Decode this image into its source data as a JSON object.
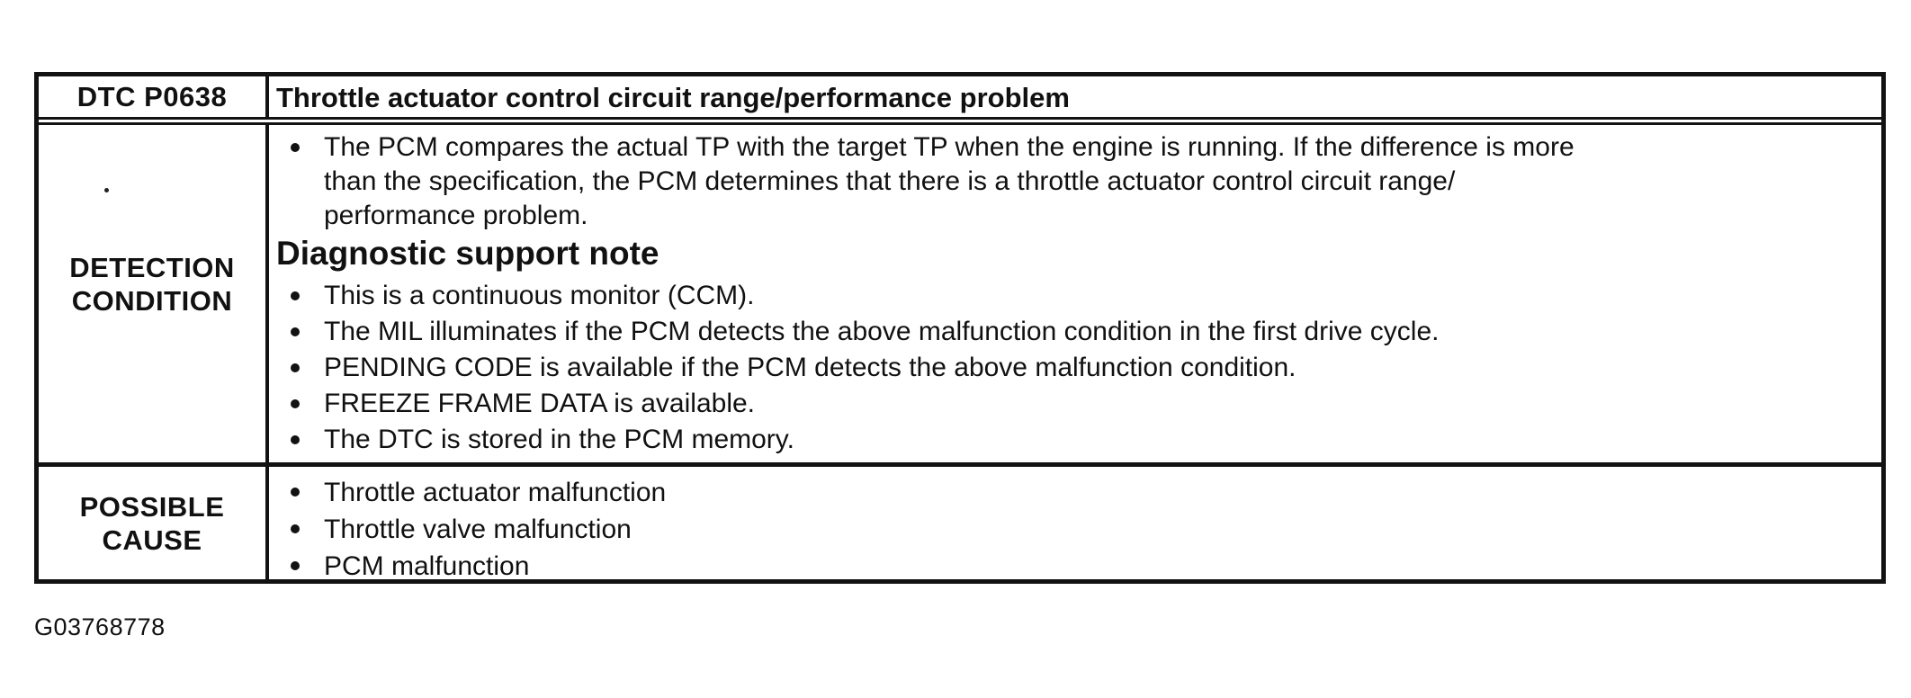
{
  "colors": {
    "ink": "#111111",
    "paper": "#ffffff"
  },
  "table": {
    "header": {
      "code": "DTC P0638",
      "title": "Throttle actuator control circuit range/performance problem"
    },
    "detection": {
      "label_lines": [
        "DETECTION",
        "CONDITION"
      ],
      "intro_lines": [
        "The PCM compares the actual TP with the target TP when the engine is running. If the difference is more",
        "than the specification, the PCM determines that there is a throttle actuator control circuit range/",
        "performance problem."
      ],
      "subheading": "Diagnostic support note",
      "bullets": [
        "This is a continuous monitor (CCM).",
        "The MIL illuminates if the PCM detects the above malfunction condition in the first drive cycle.",
        "PENDING CODE is available if the PCM detects the above malfunction condition.",
        "FREEZE FRAME DATA is available.",
        "The DTC is stored in the PCM memory."
      ]
    },
    "possible_cause": {
      "label_lines": [
        "POSSIBLE",
        "CAUSE"
      ],
      "bullets": [
        "Throttle actuator malfunction",
        "Throttle valve malfunction",
        "PCM malfunction"
      ]
    }
  },
  "footer": {
    "figure_id": "G03768778"
  }
}
